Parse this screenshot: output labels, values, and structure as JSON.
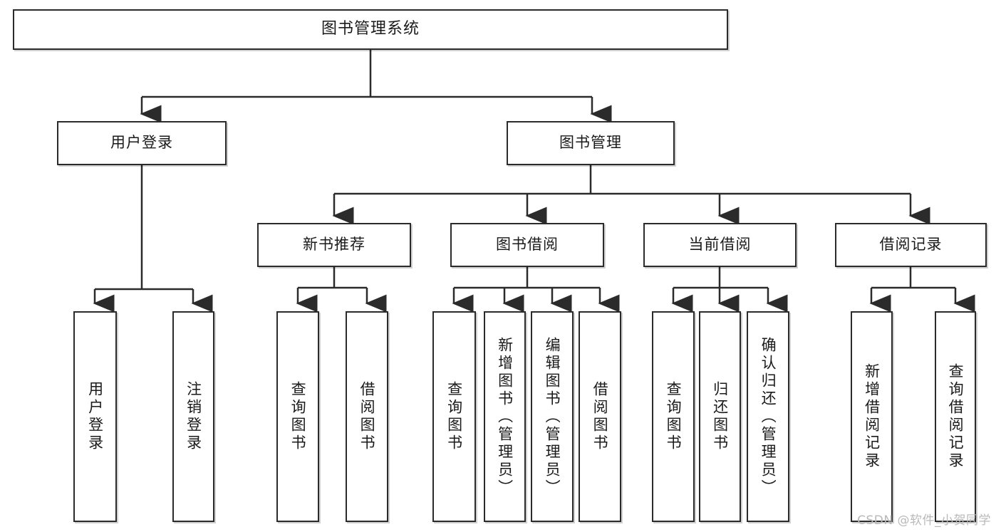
{
  "diagram": {
    "type": "tree-flowchart",
    "title": "图书管理系统",
    "watermark": "CSDN @软件_小贺同学",
    "colors": {
      "stroke": "#2b2b2b",
      "fill": "#ffffff",
      "text": "#1a1a1a",
      "watermark": "#b9b9b9"
    },
    "nodes": {
      "root": {
        "label": "图书管理系统",
        "orientation": "horizontal"
      },
      "level2": [
        {
          "label": "用户登录",
          "orientation": "horizontal"
        },
        {
          "label": "图书管理",
          "orientation": "horizontal"
        }
      ],
      "level3": [
        {
          "label": "新书推荐",
          "orientation": "horizontal"
        },
        {
          "label": "图书借阅",
          "orientation": "horizontal"
        },
        {
          "label": "当前借阅",
          "orientation": "horizontal"
        },
        {
          "label": "借阅记录",
          "orientation": "horizontal"
        }
      ],
      "leaves": {
        "user_login": [
          {
            "label": "用户登录",
            "orientation": "vertical"
          },
          {
            "label": "注销登录",
            "orientation": "vertical"
          }
        ],
        "new_book_rec": [
          {
            "label": "查询图书",
            "orientation": "vertical"
          },
          {
            "label": "借阅图书",
            "orientation": "vertical"
          }
        ],
        "book_borrow": [
          {
            "label": "查询图书",
            "orientation": "vertical"
          },
          {
            "label": "新增图书（管理员）",
            "orientation": "vertical"
          },
          {
            "label": "编辑图书（管理员）",
            "orientation": "vertical"
          },
          {
            "label": "借阅图书",
            "orientation": "vertical"
          }
        ],
        "current_borrow": [
          {
            "label": "查询图书",
            "orientation": "vertical"
          },
          {
            "label": "归还图书",
            "orientation": "vertical"
          },
          {
            "label": "确认归还（管理员）",
            "orientation": "vertical"
          }
        ],
        "borrow_record": [
          {
            "label": "新增借阅记录",
            "orientation": "vertical"
          },
          {
            "label": "查询借阅记录",
            "orientation": "vertical"
          }
        ]
      }
    }
  }
}
